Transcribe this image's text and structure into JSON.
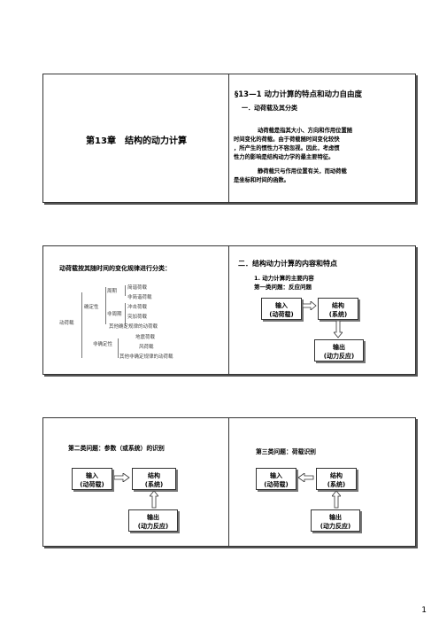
{
  "page_number": "1",
  "slide1": {
    "title": "第13章　结构的动力计算"
  },
  "slide2": {
    "title": "§13—1  动力计算的特点和动力自由度",
    "subtitle": "一．动荷载及其分类",
    "para1": [
      "动荷载是指其大小、方向和作用位置随",
      "时间变化的荷载。由于荷载随时间变化较快",
      "，所产生的惯性力不容忽视。因此，考虑惯",
      "性力的影响是结构动力学的最主要特征。"
    ],
    "para2": [
      "静荷载只与作用位置有关，而动荷载",
      "是坐标和时间的函数。"
    ]
  },
  "slide3": {
    "title": "动荷载按其随时间的变化规律进行分类：",
    "root": "动荷载",
    "deterministic": "确定性",
    "periodic": "周期",
    "harmonic": "简谐荷载",
    "nonharmonic": "非简谐荷载",
    "aperiodic": "非周期",
    "impact": "冲击荷载",
    "sudden": "突加荷载",
    "other_det": "其他确定规律的动荷载",
    "nondeterministic": "非确定性",
    "seismic": "地震荷载",
    "wind": "风荷载",
    "other_nondet": "其他非确定规律的动荷载"
  },
  "slide4": {
    "title": "二．结构动力计算的内容和特点",
    "item1": "1.  动力计算的主要内容",
    "problem1": "第一类问题：反应问题",
    "input": [
      "输入",
      "(动荷载)"
    ],
    "structure": [
      "结构",
      "(系统)"
    ],
    "output": [
      "输出",
      "(动力反应)"
    ]
  },
  "slide5": {
    "title": "第二类问题：参数（或系统）的识别",
    "input": [
      "输入",
      "(动荷载)"
    ],
    "structure": [
      "结构",
      "(系统)"
    ],
    "output": [
      "输出",
      "(动力反应)"
    ]
  },
  "slide6": {
    "title": "第三类问题：荷载识别",
    "input": [
      "输入",
      "(动荷载)"
    ],
    "structure": [
      "结构",
      "(系统)"
    ],
    "output": [
      "输出",
      "(动力反应)"
    ]
  }
}
